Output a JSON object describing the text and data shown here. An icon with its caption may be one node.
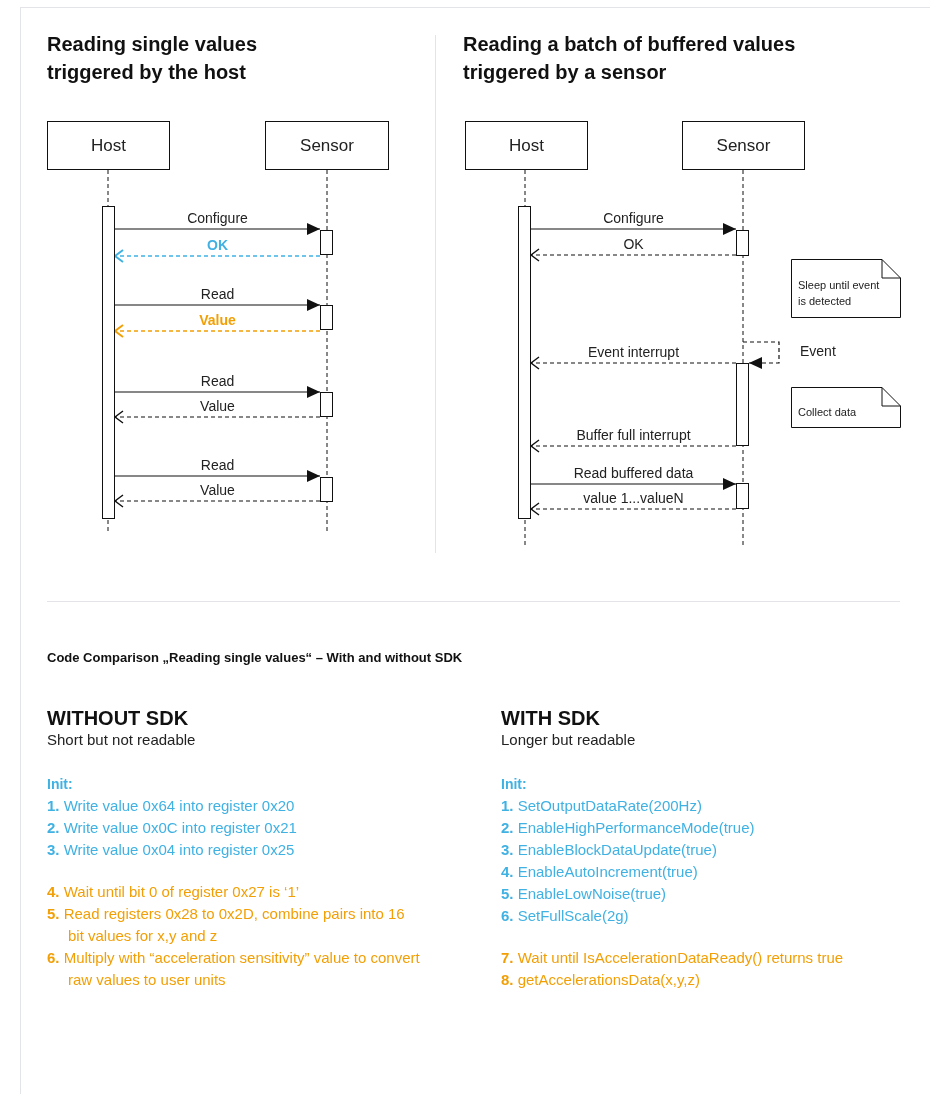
{
  "diagram": {
    "nodes": [
      {
        "text": [
          "Host"
        ]
      },
      {
        "text": [
          "Sensor"
        ]
      },
      {
        "text": [],
        "shape": "bar"
      },
      {
        "text": [],
        "shape": "bar"
      },
      {
        "text": [],
        "shape": "bar"
      },
      {
        "text": [],
        "shape": "bar"
      },
      {
        "text": [],
        "shape": "bar"
      },
      {
        "text": [
          "Host"
        ]
      },
      {
        "text": [
          "Sensor"
        ]
      },
      {
        "text": [],
        "shape": "bar"
      },
      {
        "text": [],
        "shape": "bar"
      },
      {
        "text": [
          "Sleep until event is detected"
        ]
      },
      {
        "text": [],
        "shape": "bar"
      },
      {
        "text": [
          "Collect data"
        ]
      },
      {
        "text": [],
        "shape": "bar"
      }
    ],
    "edges": [
      {
        "from": 2,
        "to": 3,
        "arrow": "to",
        "label": "Configure"
      },
      {
        "from": 3,
        "to": 2,
        "arrow": "to",
        "label": "OK",
        "style": "dashed",
        "color": "#3fb1e3"
      },
      {
        "from": 2,
        "to": 4,
        "arrow": "to",
        "label": "Read"
      },
      {
        "from": 4,
        "to": 2,
        "arrow": "to",
        "label": "Value",
        "style": "dashed",
        "color": "#f29f05"
      },
      {
        "from": 2,
        "to": 5,
        "arrow": "to",
        "label": "Read"
      },
      {
        "from": 5,
        "to": 2,
        "arrow": "to",
        "label": "Value",
        "style": "dashed"
      },
      {
        "from": 2,
        "to": 6,
        "arrow": "to",
        "label": "Read"
      },
      {
        "from": 6,
        "to": 2,
        "arrow": "to",
        "label": "Value",
        "style": "dashed"
      },
      {
        "from": 9,
        "to": 10,
        "arrow": "to",
        "label": "Configure"
      },
      {
        "from": 10,
        "to": 9,
        "arrow": "to",
        "label": "OK",
        "style": "dashed"
      },
      {
        "from": null,
        "to": 12,
        "arrow": "to",
        "label": "Event",
        "style": "dashed"
      },
      {
        "from": 12,
        "to": 9,
        "arrow": "to",
        "label": "Event interrupt",
        "style": "dashed"
      },
      {
        "from": 12,
        "to": 9,
        "arrow": "to",
        "label": "Buffer full interrupt",
        "style": "dashed"
      },
      {
        "from": 9,
        "to": 14,
        "arrow": "to",
        "label": "Read buffered data"
      },
      {
        "from": 14,
        "to": 9,
        "arrow": "to",
        "label": "value 1...valueN",
        "style": "dashed"
      }
    ],
    "labels": [
      "Reading single values triggered by the host",
      "Reading a batch of buffered values triggered by a sensor",
      "Code Comparison „Reading single values“ – With and without SDK",
      "WITHOUT SDK",
      "Short but not readable",
      "Init:",
      "**1.** Write value 0x64 into register 0x20",
      "**2.** Write value 0x0C into register 0x21",
      "**3.** Write value 0x04 into register 0x25",
      "**4.** Wait until bit 0 of register 0x27 is ‘1’",
      "**5.** Read registers 0x28 to 0x2D, combine pairs into 16 bit values for x,y and z",
      "**6.** Multiply with “acceleration sensitivity” value to convert raw values to user units",
      "WITH SDK",
      "Longer but readable",
      "Init:",
      "**1.** SetOutputDataRate(200Hz)",
      "**2.** EnableHighPerformanceMode(true)",
      "**3.** EnableBlockDataUpdate(true)",
      "**4.** EnableAutoIncrement(true)",
      "**5.** EnableLowNoise(true)",
      "**6.** SetFullScale(2g)",
      "**7.** Wait until IsAccelerationDataReady() returns true",
      "**8.** getAccelerationsData(x,y,z)"
    ]
  }
}
